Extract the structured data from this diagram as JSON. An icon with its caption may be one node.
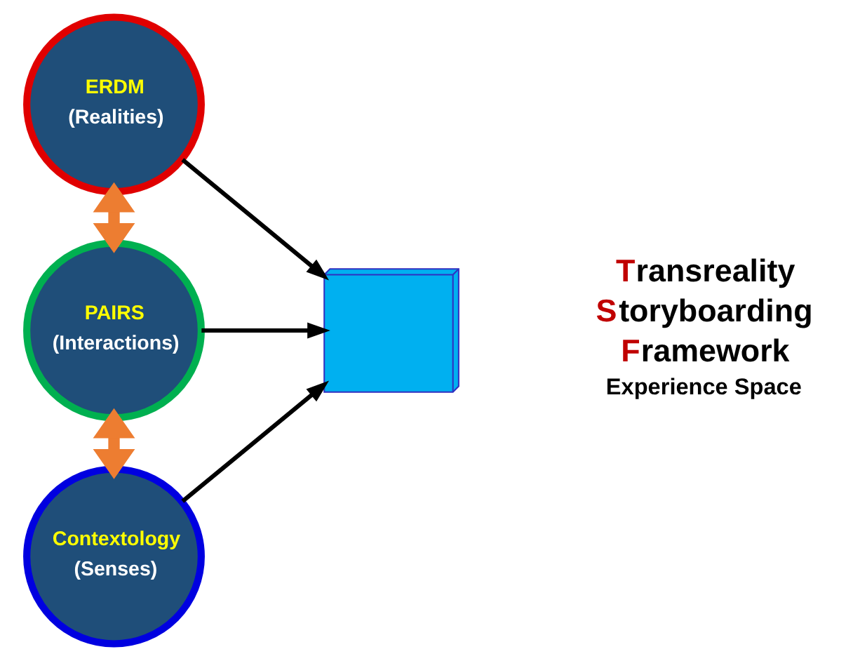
{
  "diagram": {
    "nodes": [
      {
        "text": [
          "ERDM",
          "(Realities)"
        ]
      },
      {
        "text": [
          "PAIRS",
          "(Interactions)"
        ]
      },
      {
        "text": [
          "Contextology",
          "(Senses)"
        ]
      },
      {
        "text": [],
        "shape": "box"
      }
    ],
    "edges": [
      {
        "from": 0,
        "to": 3,
        "arrow": "to"
      },
      {
        "from": 1,
        "to": 3,
        "arrow": "to"
      },
      {
        "from": 2,
        "to": 3,
        "arrow": "to"
      },
      {
        "from": 0,
        "to": 1,
        "arrow": "both",
        "style": "thick",
        "color": "#ed7d31"
      },
      {
        "from": 1,
        "to": 2,
        "arrow": "both",
        "style": "thick",
        "color": "#ed7d31"
      }
    ],
    "labels": [
      "Transreality",
      "Storyboarding",
      "Framework",
      "Experience Space"
    ]
  }
}
